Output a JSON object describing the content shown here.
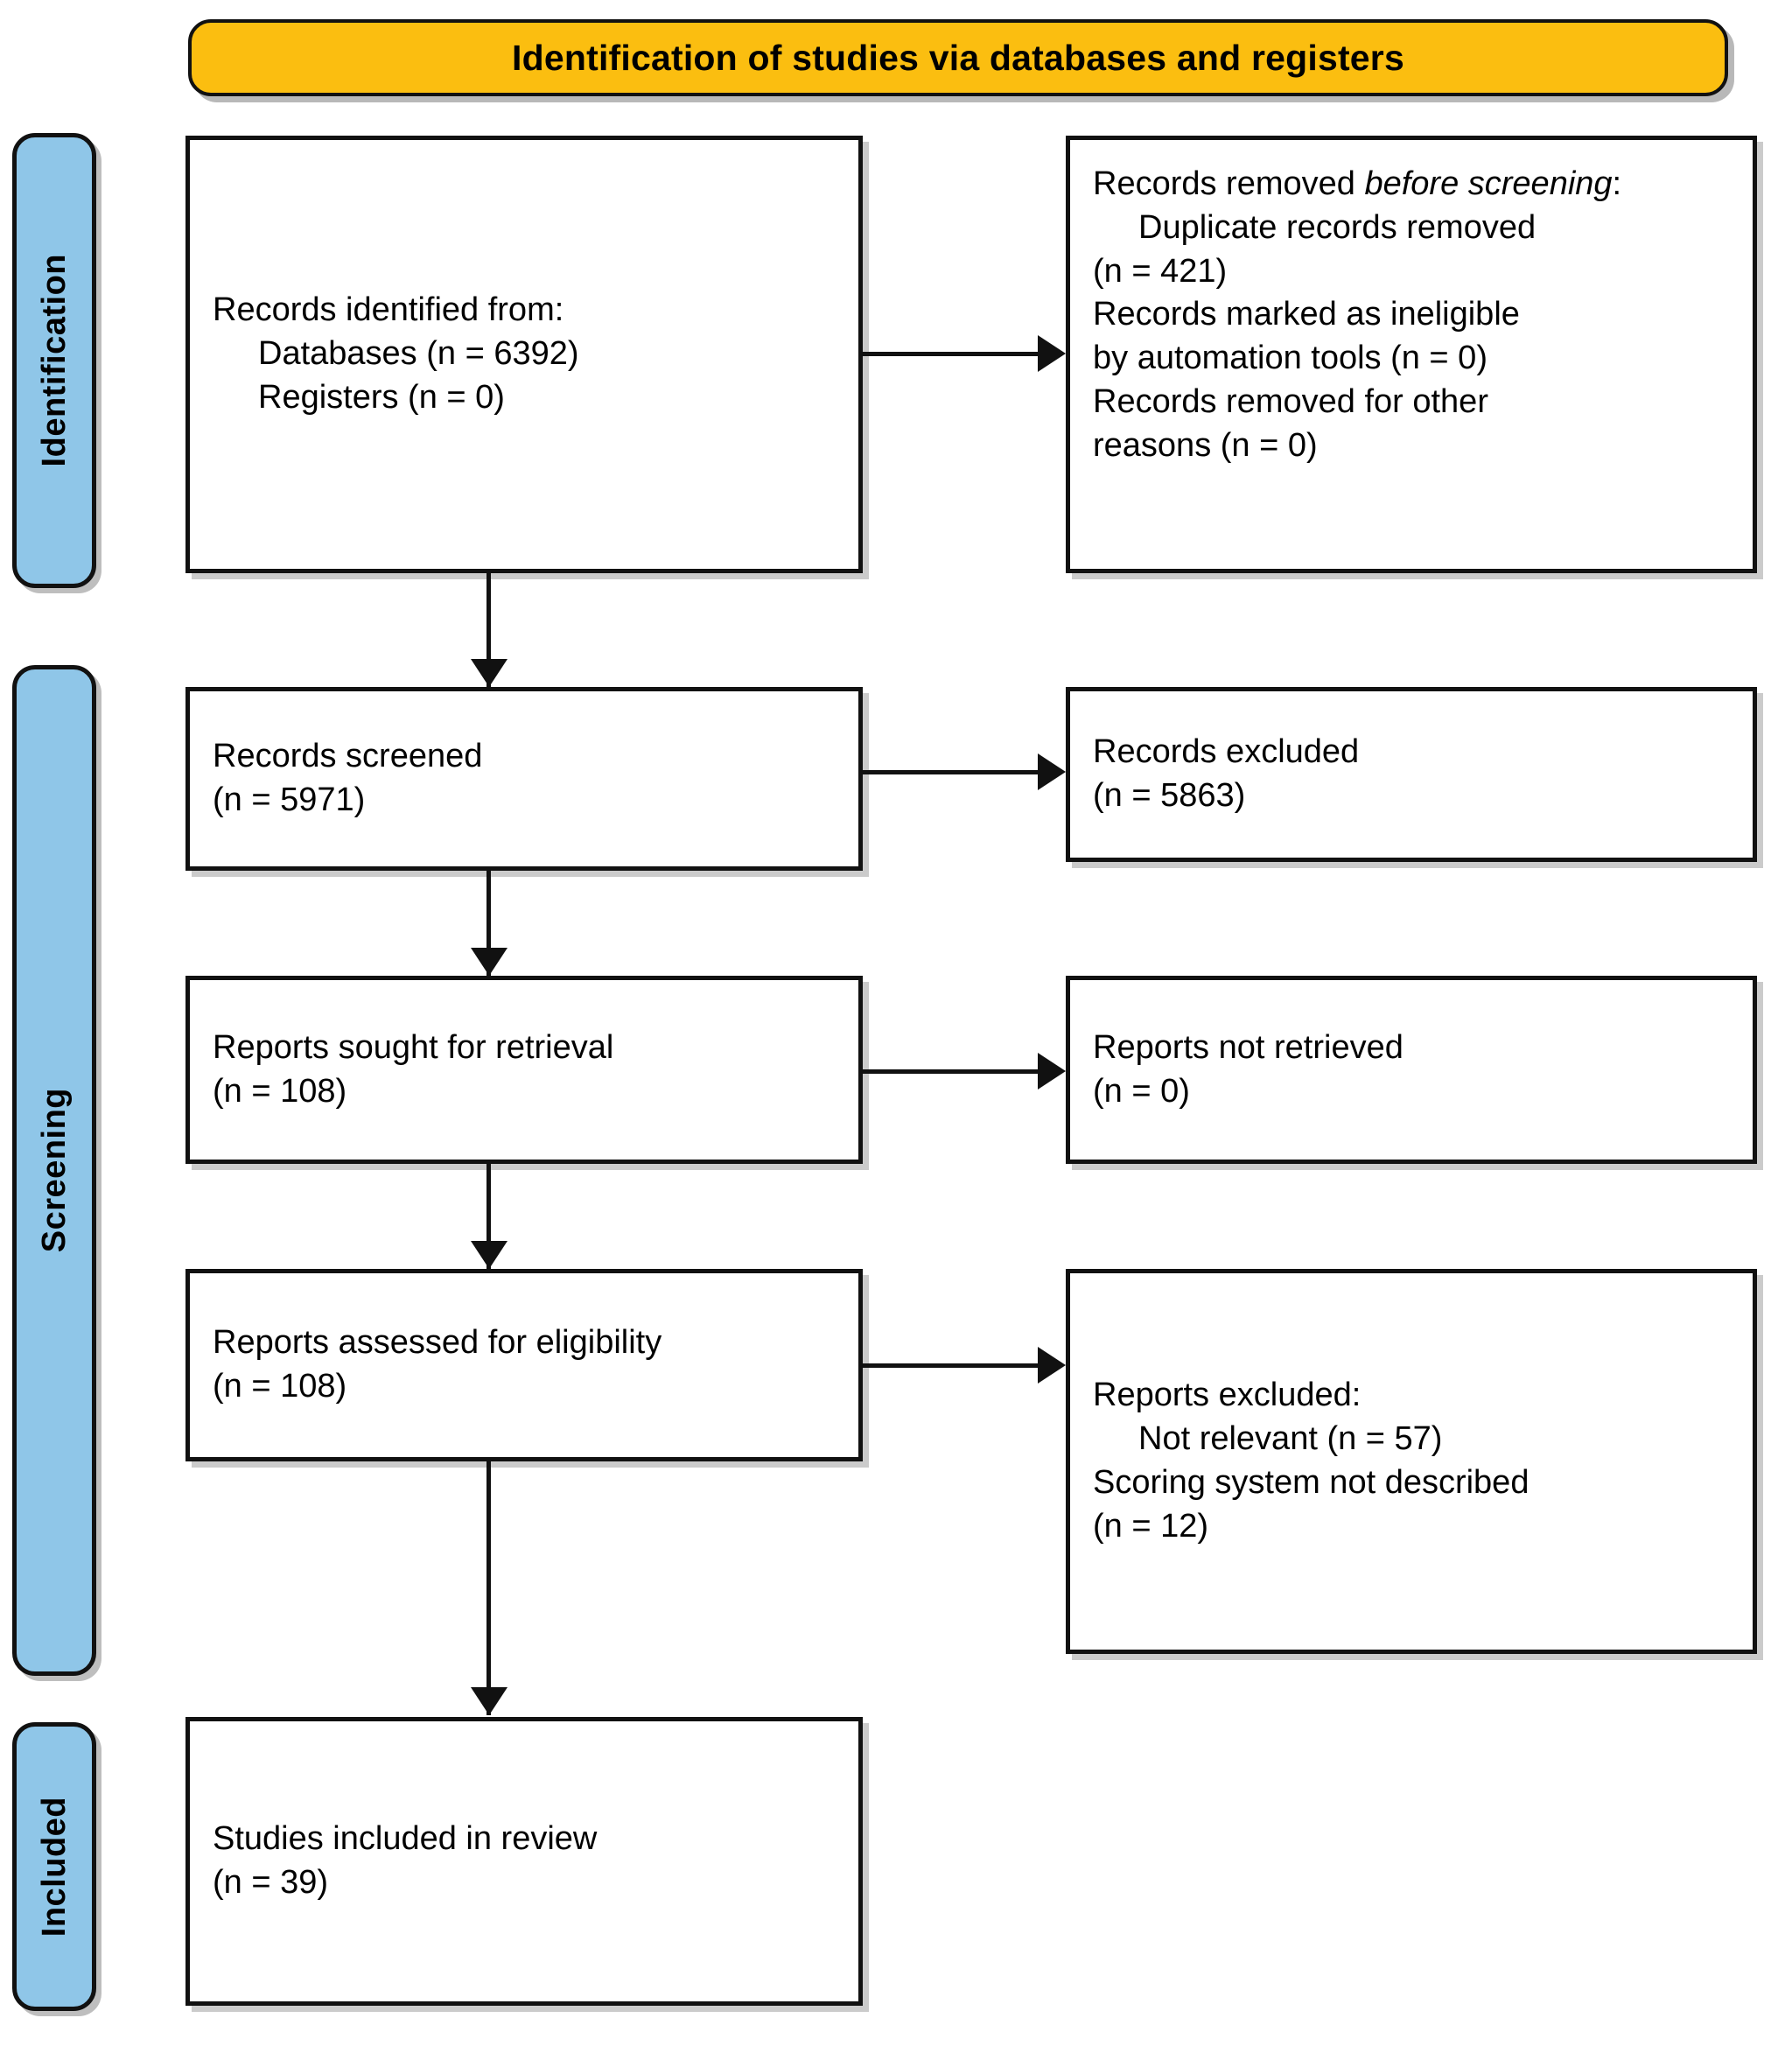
{
  "banner": {
    "title": "Identification of studies via databases and registers",
    "color": "#FBBE10"
  },
  "stages": [
    {
      "name": "identification",
      "label": "Identification",
      "color": "#8FC6E8"
    },
    {
      "name": "screening",
      "label": "Screening",
      "color": "#8FC6E8"
    },
    {
      "name": "included",
      "label": "Included",
      "color": "#8FC6E8"
    }
  ],
  "boxes": {
    "records_identified": {
      "lines": [
        "Records identified from:",
        "Databases (n = 6392)",
        "Registers (n = 0)"
      ]
    },
    "records_removed": {
      "heading_plain": "Records removed ",
      "heading_italic": "before screening",
      "heading_suffix": ":",
      "lines": [
        "Duplicate records removed",
        "(n = 421)",
        "Records marked as ineligible",
        "by automation tools (n = 0)",
        "Records removed for other",
        "reasons (n = 0)"
      ]
    },
    "records_screened": {
      "lines": [
        "Records screened",
        "(n = 5971)"
      ]
    },
    "records_excluded": {
      "lines": [
        "Records excluded",
        "(n = 5863)"
      ]
    },
    "reports_sought": {
      "lines": [
        "Reports sought for retrieval",
        "(n = 108)"
      ]
    },
    "reports_not_retrieved": {
      "lines": [
        "Reports not retrieved",
        "(n = 0)"
      ]
    },
    "reports_assessed": {
      "lines": [
        "Reports assessed for eligibility",
        "(n = 108)"
      ]
    },
    "reports_excluded": {
      "lines": [
        "Reports excluded:",
        "Not relevant (n = 57)",
        "Scoring system not described",
        "(n = 12)"
      ]
    },
    "studies_included": {
      "lines": [
        "Studies included in review",
        "(n = 39)"
      ]
    }
  }
}
